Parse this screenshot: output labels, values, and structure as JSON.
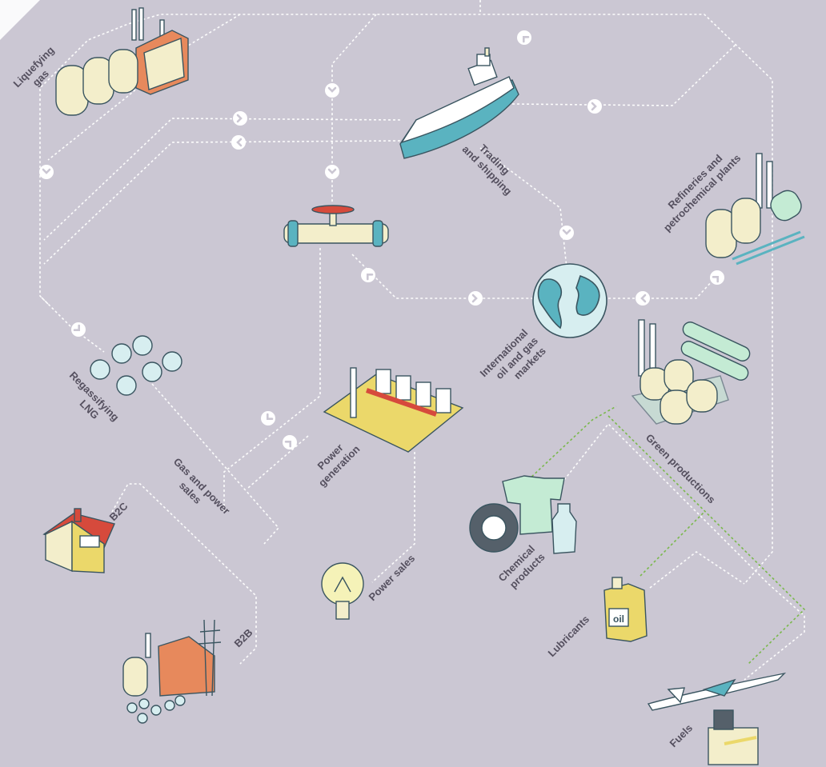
{
  "colors": {
    "background": "#cbc7d3",
    "route_line": "#ffffff",
    "green_route": "#7ab84c",
    "label_text": "#55505f",
    "outline": "#3a5560",
    "cream": "#f3eecb",
    "teal": "#5ab3c0",
    "orange": "#e7895c",
    "mint": "#c4ebd4",
    "yellow": "#ebd86a",
    "red_roof": "#d64a3c"
  },
  "nodes": {
    "liquefying": {
      "label_lines": [
        "Liquefying",
        "gas"
      ],
      "icon": "lng-tanks-plant-icon"
    },
    "trading": {
      "label_lines": [
        "Trading",
        "and shipping"
      ],
      "icon": "tanker-ship-icon"
    },
    "refineries": {
      "label_lines": [
        "Refineries and",
        "petrochemical plants"
      ],
      "icon": "refinery-icon"
    },
    "pipeline": {
      "icon": "pipeline-valve-icon"
    },
    "markets": {
      "label_lines": [
        "International",
        "oil and gas",
        "markets"
      ],
      "icon": "globe-icon"
    },
    "regassifying": {
      "label_lines": [
        "Regassifying",
        "LNG"
      ],
      "icon": "regasification-spheres-icon"
    },
    "power_generation": {
      "label_lines": [
        "Power",
        "generation"
      ],
      "icon": "power-plant-icon"
    },
    "green": {
      "label_lines": [
        "Green productions"
      ],
      "icon": "green-refinery-icon"
    },
    "gas_power_sales": {
      "label_lines": [
        "Gas and power",
        "sales"
      ]
    },
    "b2c": {
      "label_lines": [
        "B2C"
      ],
      "icon": "house-icon"
    },
    "b2b": {
      "label_lines": [
        "B2B"
      ],
      "icon": "industry-icon"
    },
    "power_sales": {
      "label_lines": [
        "Power sales"
      ],
      "icon": "light-bulb-icon"
    },
    "chemical": {
      "label_lines": [
        "Chemical",
        "products"
      ],
      "icon": "chemical-products-icon"
    },
    "lubricants": {
      "label_lines": [
        "Lubricants"
      ],
      "icon": "oil-can-icon",
      "can_text": "oil"
    },
    "fuels": {
      "label_lines": [
        "Fuels"
      ],
      "icon": "airplane-fuel-pump-icon"
    }
  }
}
